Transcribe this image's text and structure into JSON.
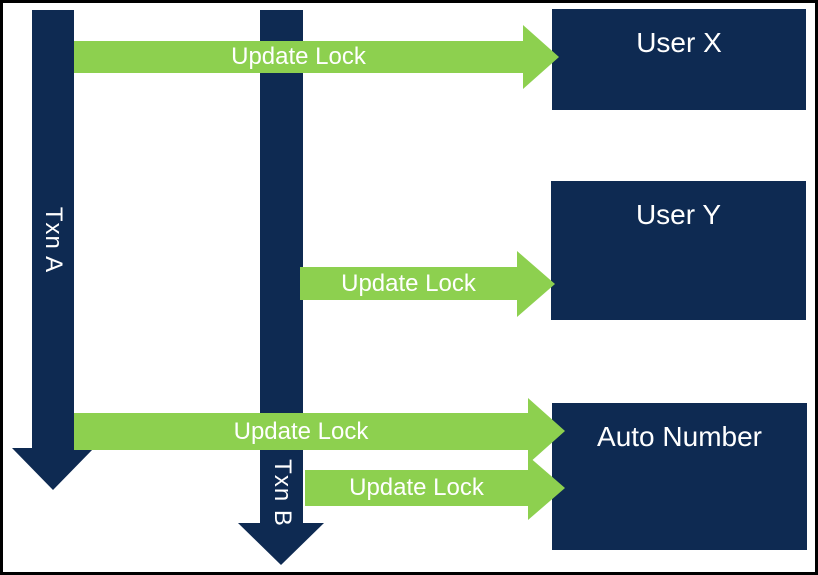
{
  "diagram": {
    "colors": {
      "navy": "#0E2A52",
      "green": "#8DD04F",
      "label_text": "#FFFFFF",
      "frame": "#000000",
      "background": "#FFFFFF"
    },
    "timelines": [
      {
        "label": "Txn A"
      },
      {
        "label": "Txn B"
      }
    ],
    "entities": [
      {
        "label": "User X"
      },
      {
        "label": "User Y"
      },
      {
        "label": "Auto Number"
      }
    ],
    "locks": [
      {
        "label": "Update Lock",
        "from": "Txn A",
        "to": "User X"
      },
      {
        "label": "Update Lock",
        "from": "Txn B",
        "to": "User Y"
      },
      {
        "label": "Update Lock",
        "from": "Txn A",
        "to": "Auto Number"
      },
      {
        "label": "Update Lock",
        "from": "Txn B",
        "to": "Auto Number"
      }
    ]
  }
}
